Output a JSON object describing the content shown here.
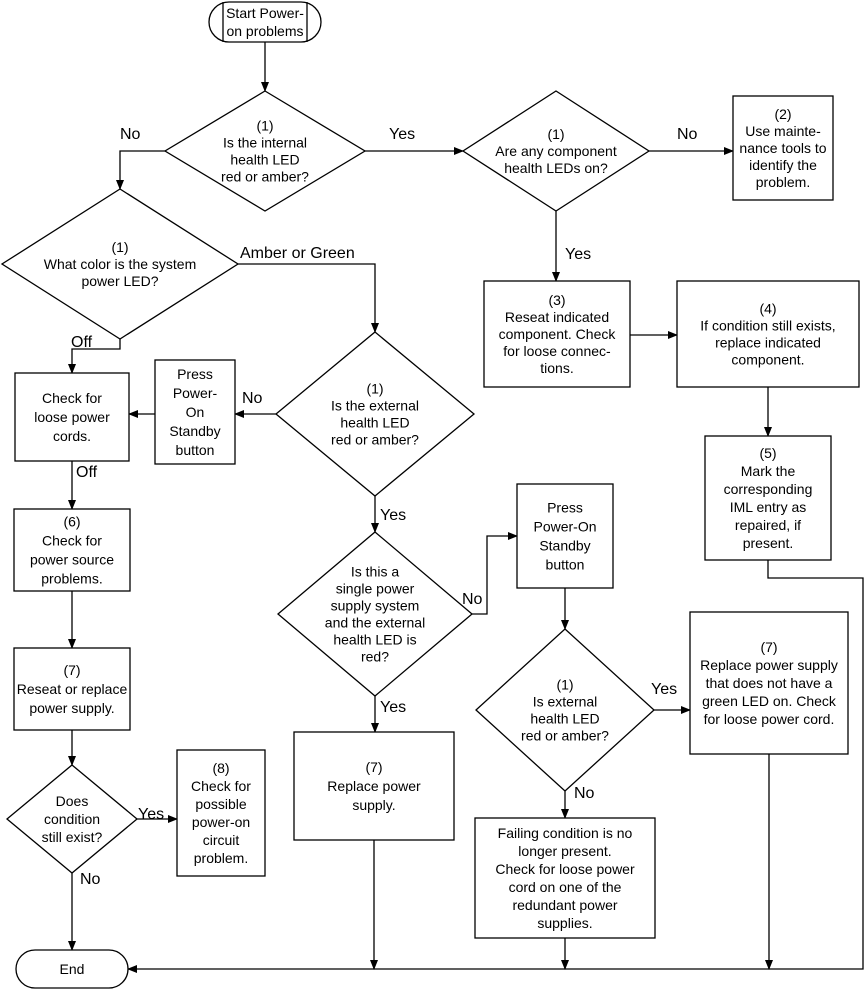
{
  "nodes": {
    "start": [
      "Start Power-",
      "on problems"
    ],
    "d_internal": [
      "(1)",
      "Is the internal",
      "health LED",
      "red or amber?"
    ],
    "d_component": [
      "(1)",
      "Are any component",
      "health LEDs on?"
    ],
    "b_maint": [
      "(2)",
      "Use mainte-",
      "nance tools to",
      "identify the",
      "problem."
    ],
    "d_color": [
      "(1)",
      "What color is the system",
      "power LED?"
    ],
    "b_reseat": [
      "(3)",
      "Reseat indicated",
      "component. Check",
      "for loose connec-",
      "tions."
    ],
    "b_replace": [
      "(4)",
      "If condition still exists,",
      "replace indicated",
      "component."
    ],
    "b_cords": [
      "Check for",
      "loose power",
      "cords."
    ],
    "b_press1": [
      "Press",
      "Power-",
      "On",
      "Standby",
      "button"
    ],
    "d_external": [
      "(1)",
      "Is the external",
      "health LED",
      "red or amber?"
    ],
    "b_mark": [
      "(5)",
      "Mark the",
      "corresponding",
      "IML entry as",
      "repaired, if",
      "present."
    ],
    "b_source": [
      "(6)",
      "Check for",
      "power source",
      "problems."
    ],
    "d_single": [
      "Is this a",
      "single power",
      "supply system",
      "and the external",
      "health LED is",
      "red?"
    ],
    "b_press2": [
      "Press",
      "Power-On",
      "Standby",
      "button"
    ],
    "b_reseatps": [
      "(7)",
      "Reseat or replace",
      "power supply."
    ],
    "d_ext2": [
      "(1)",
      "Is external",
      "health LED",
      "red or amber?"
    ],
    "b_replgreen": [
      "(7)",
      "Replace power supply",
      "that does not have a",
      "green LED on. Check",
      "for loose power cord."
    ],
    "d_exist": [
      "Does",
      "condition",
      "still exist?"
    ],
    "b_circuit": [
      "(8)",
      "Check for",
      "possible",
      "power-on",
      "circuit",
      "problem."
    ],
    "b_replps": [
      "(7)",
      "Replace power",
      "supply."
    ],
    "b_failing": [
      "Failing condition is no",
      "longer present.",
      "Check for loose power",
      "cord on one of the",
      "redundant power",
      "supplies."
    ],
    "end": [
      "End"
    ]
  },
  "edge_labels": {
    "no1": "No",
    "yes1": "Yes",
    "no2": "No",
    "yes2": "Yes",
    "amber_green": "Amber or Green",
    "off1": "Off",
    "no3": "No",
    "off2": "Off",
    "yes3": "Yes",
    "no4": "No",
    "yes4": "Yes",
    "yes5": "Yes",
    "no5": "No",
    "yes6": "Yes",
    "no6": "No"
  }
}
